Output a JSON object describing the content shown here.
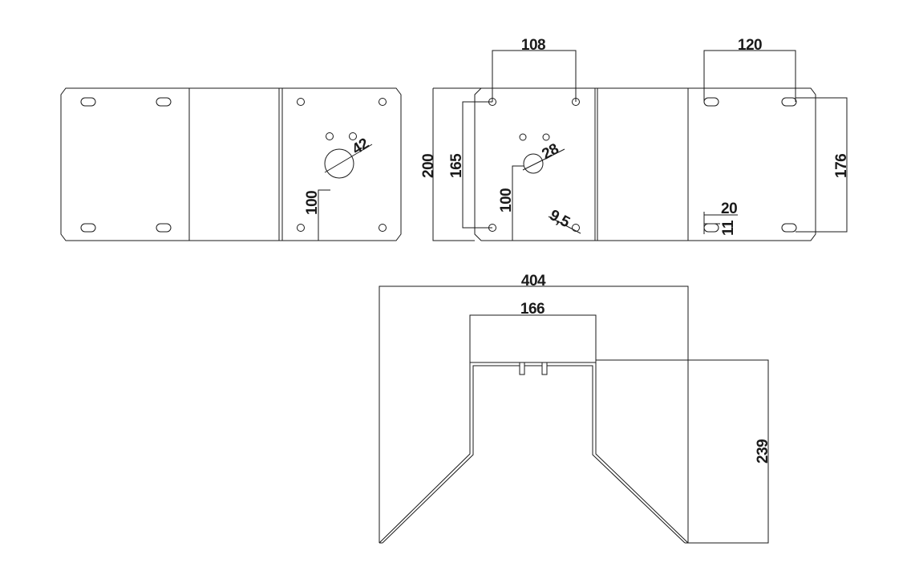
{
  "dimensions": {
    "d108": "108",
    "d120": "120",
    "d42": "42",
    "d100_left": "100",
    "d200": "200",
    "d165": "165",
    "d28": "28",
    "d100_mid": "100",
    "d9_5": "9,5",
    "d20": "20",
    "d11": "11",
    "d176": "176",
    "d404": "404",
    "d166": "166",
    "d239": "239"
  },
  "colors": {
    "line": "#1a1a1a",
    "background": "#ffffff"
  }
}
